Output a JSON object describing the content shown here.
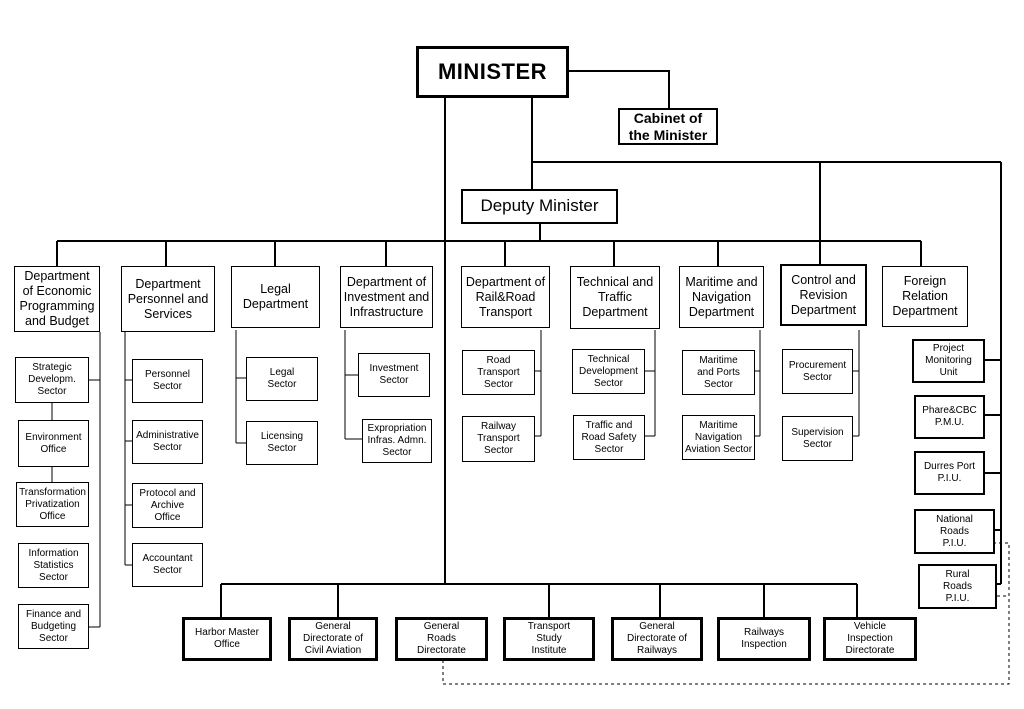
{
  "minister": "MINISTER",
  "cabinet": "Cabinet of\nthe Minister",
  "deputy": "Deputy Minister",
  "departments": [
    "Department\nof Economic\nProgramming\nand Budget",
    "Department\nPersonnel and\nServices",
    "Legal\nDepartment",
    "Department of\nInvestment and\nInfrastructure",
    "Department of\nRail&Road\nTransport",
    "Technical and\nTraffic\nDepartment",
    "Maritime and\nNavigation\nDepartment",
    "Control and\nRevision\nDepartment",
    "Foreign\nRelation\nDepartment"
  ],
  "economic_units": [
    "Strategic\nDevelopm.\nSector",
    "Environment\nOffice",
    "Transformation\nPrivatization\nOffice",
    "Information\nStatistics\nSector",
    "Finance and\nBudgeting\nSector"
  ],
  "personnel_units": [
    "Personnel\nSector",
    "Administrative\nSector",
    "Protocol and\nArchive\nOffice",
    "Accountant\nSector"
  ],
  "legal_units": [
    "Legal\nSector",
    "Licensing\nSector"
  ],
  "investment_units": [
    "Investment\nSector",
    "Expropriation\nInfras. Admn.\nSector"
  ],
  "rail_road_units": [
    "Road\nTransport\nSector",
    "Railway\nTransport\nSector"
  ],
  "technical_units": [
    "Technical\nDevelopment\nSector",
    "Traffic and\nRoad Safety\nSector"
  ],
  "maritime_units": [
    "Maritime\nand Ports\nSector",
    "Maritime\nNavigation\nAviation Sector"
  ],
  "control_units": [
    "Procurement\nSector",
    "Supervision\nSector"
  ],
  "project_units": [
    "Project\nMonitoring\nUnit",
    "Phare&CBC\nP.M.U.",
    "Durres Port\nP.I.U.",
    "National\nRoads\nP.I.U.",
    "Rural\nRoads\nP.I.U."
  ],
  "agencies": [
    "Harbor Master\nOffice",
    "General\nDirectorate of\nCivil Aviation",
    "General\nRoads\nDirectorate",
    "Transport\nStudy\nInstitute",
    "General\nDirectorate of\nRailways",
    "Railways\nInspection",
    "Vehicle\nInspection\nDirectorate"
  ]
}
